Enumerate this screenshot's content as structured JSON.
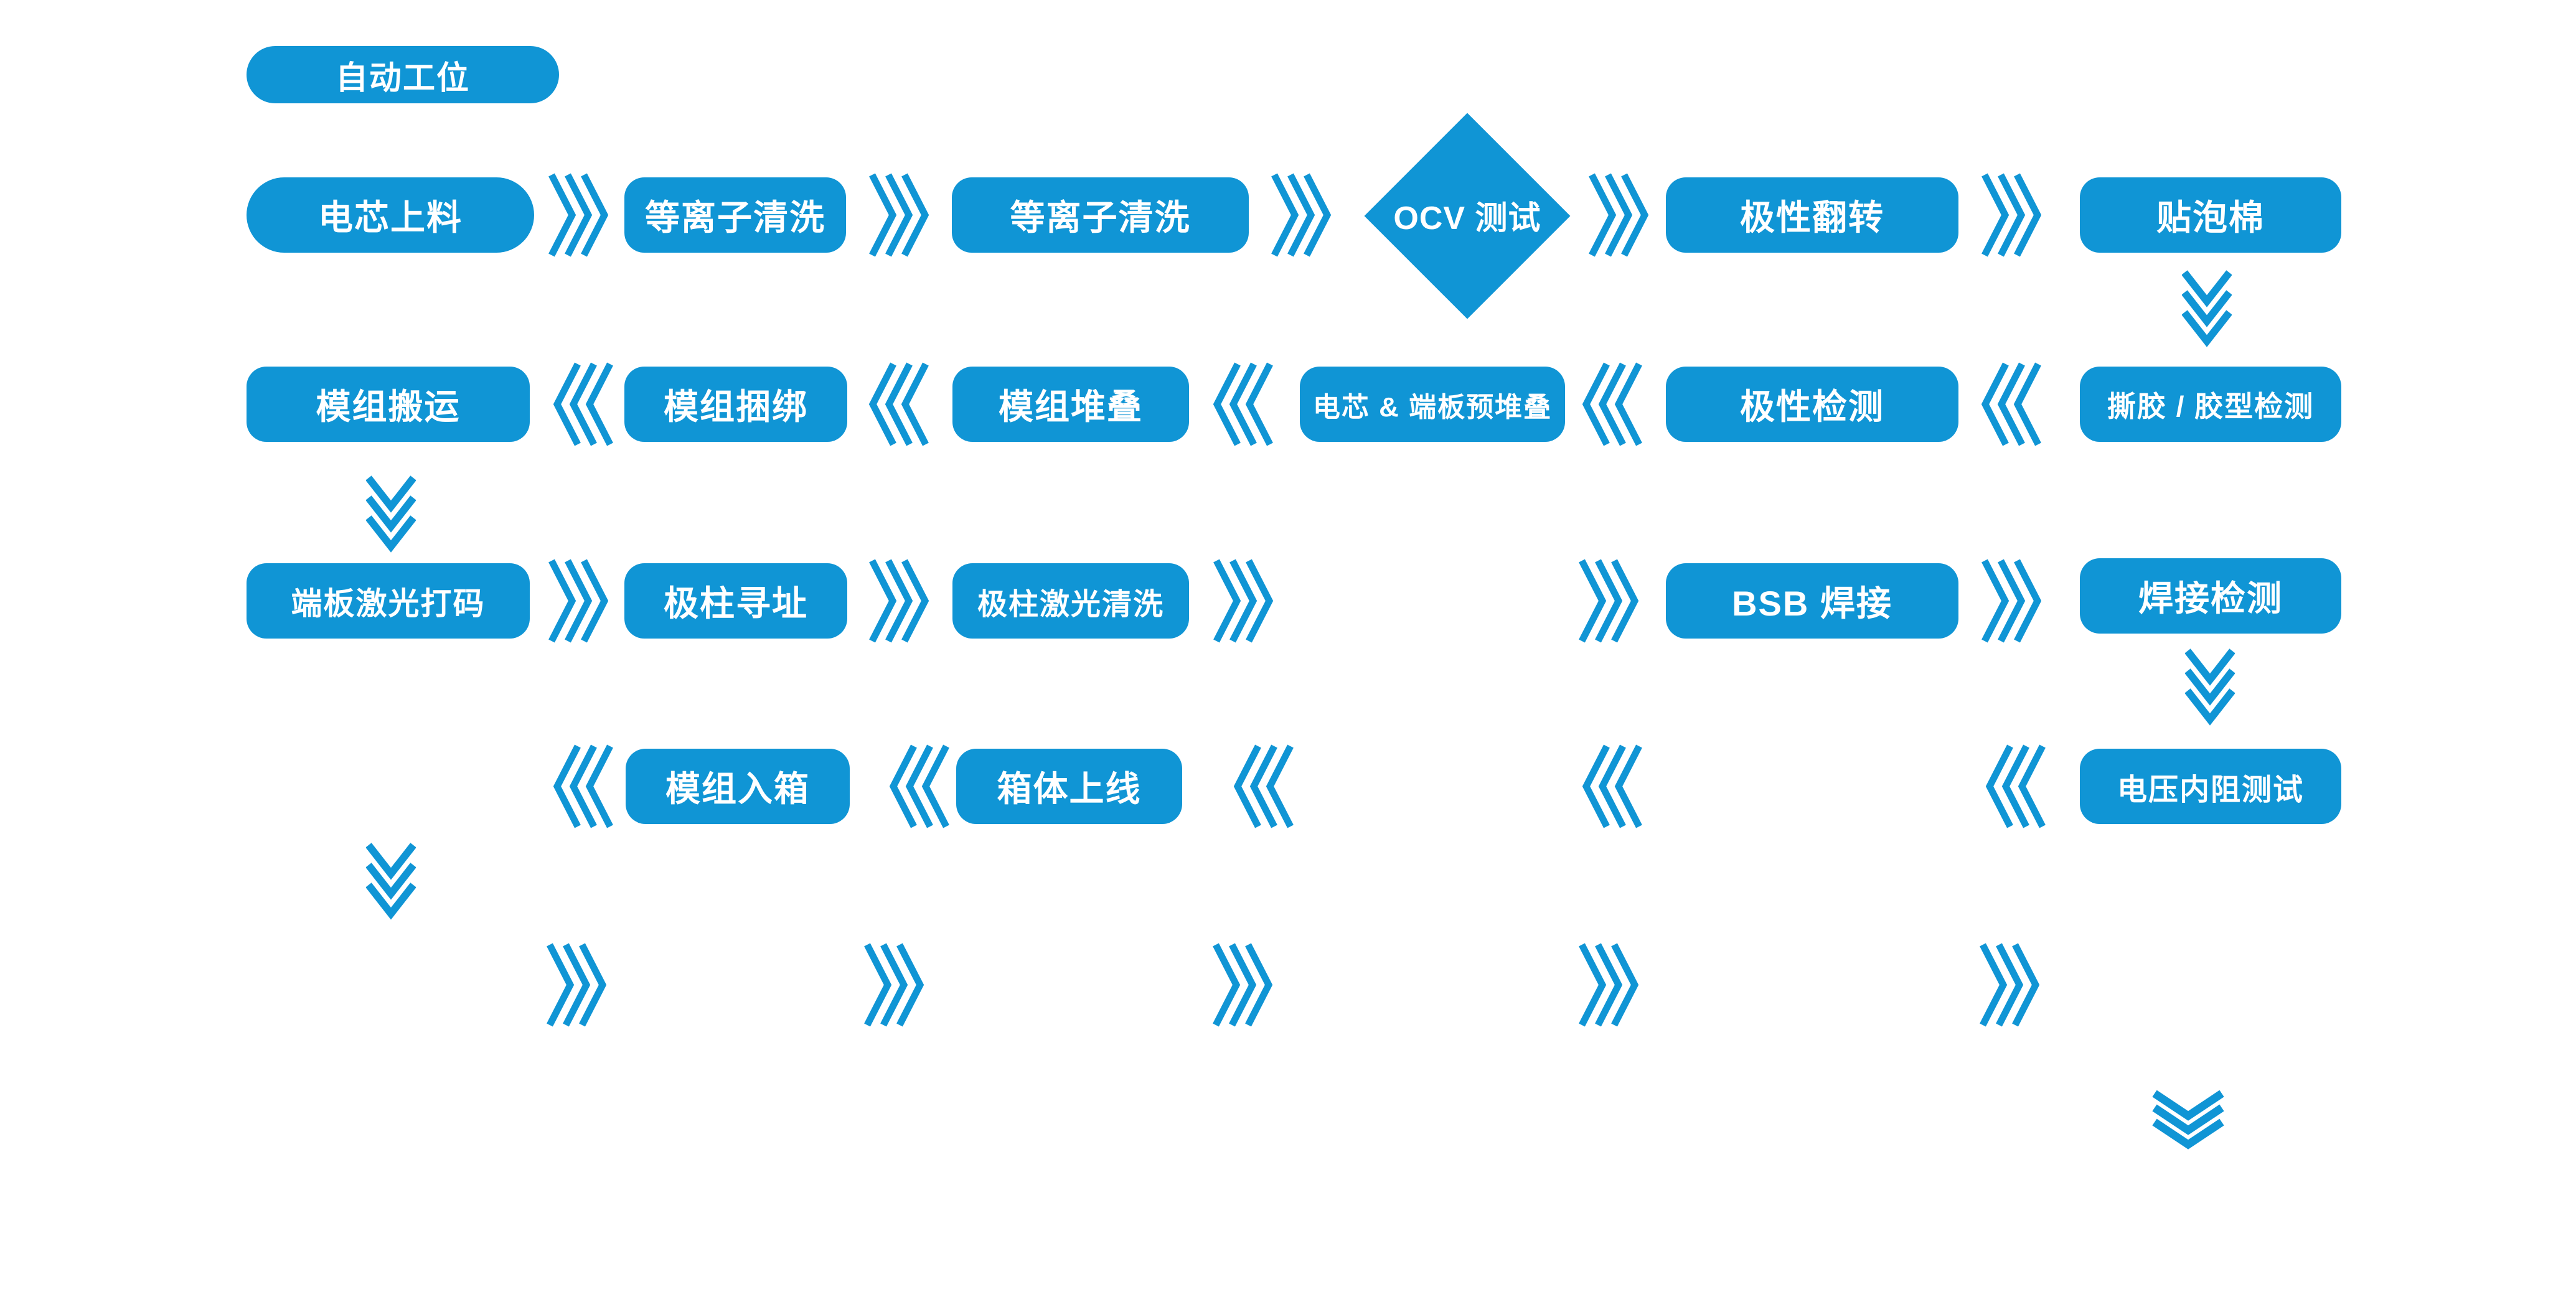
{
  "colors": {
    "primary": "#1095d5",
    "text": "#ffffff"
  },
  "legend": {
    "label": "自动工位"
  },
  "flow": {
    "row1": [
      "电芯上料",
      "等离子清洗",
      "等离子清洗",
      "OCV 测试",
      "极性翻转",
      "贴泡棉"
    ],
    "row2": [
      "模组搬运",
      "模组捆绑",
      "模组堆叠",
      "电芯 & 端板预堆叠",
      "极性检测",
      "撕胶 / 胶型检测"
    ],
    "row3": [
      "端板激光打码",
      "极柱寻址",
      "极柱激光清洗",
      "BSB 焊接",
      "焊接检测"
    ],
    "row4": [
      "模组入箱",
      "箱体上线",
      "电压内阻测试"
    ]
  },
  "icons": {
    "right_arrow": "triple-chevron-right",
    "left_arrow": "triple-chevron-left",
    "down_arrow": "triple-chevron-down"
  }
}
